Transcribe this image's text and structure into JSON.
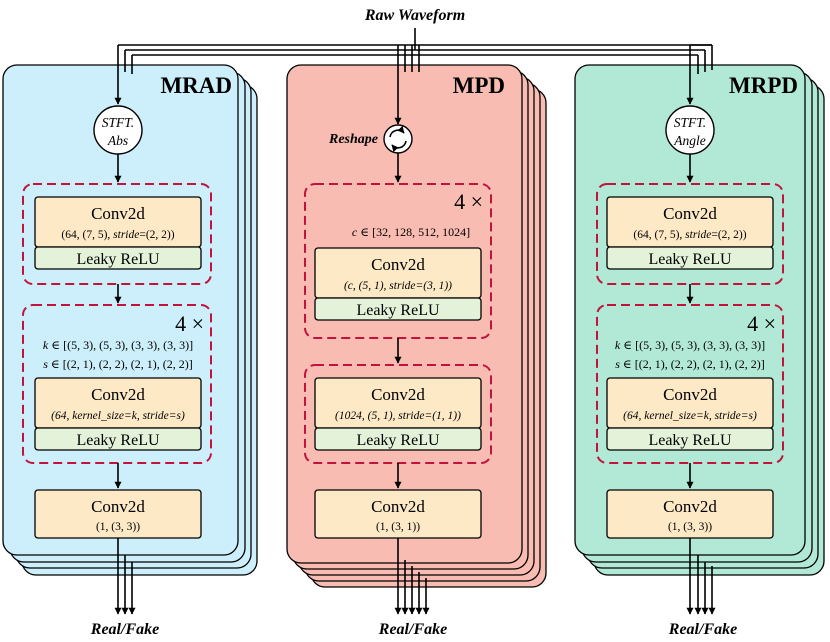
{
  "input_label": "Raw Waveform",
  "colors": {
    "mrad_fill": "#cdeffb",
    "mpd_fill": "#f8bcb2",
    "mrpd_fill": "#b2e8d6",
    "conv_fill": "#fde9c6",
    "act_fill": "#e3f2d9",
    "dashed_border": "#c0143c"
  },
  "columns": [
    {
      "title": "MRAD",
      "transform_line1": "STFT.",
      "transform_line2": "Abs",
      "block1_title": "Conv2d",
      "block1_sub_prefix": "(64, (7, 5), ",
      "block1_sub_italic": "stride",
      "block1_sub_suffix": "=(2, 2))",
      "block1_act": "Leaky ReLU",
      "repeat": "4 ×",
      "param1_var": "k",
      "param1_rest": " ∈ [(5, 3), (5, 3), (3, 3), (3, 3)]",
      "param2_var": "s",
      "param2_rest": " ∈ [(2, 1), (2, 2), (2, 1), (2, 2)]",
      "block2_title": "Conv2d",
      "block2_sub": "(64, kernel_size=k, stride=s)",
      "block2_act": "Leaky ReLU",
      "final_title": "Conv2d",
      "final_sub": "(1, (3, 3))",
      "output_label": "Real/Fake"
    },
    {
      "title": "MPD",
      "reshape_label": "Reshape",
      "repeat": "4 ×",
      "param_var": "c",
      "param_rest": " ∈ [32, 128, 512, 1024]",
      "block1_title": "Conv2d",
      "block1_sub": "(c, (5, 1), stride=(3, 1))",
      "block1_act": "Leaky ReLU",
      "block2_title": "Conv2d",
      "block2_sub": "(1024, (5, 1), stride=(1, 1))",
      "block2_act": "Leaky ReLU",
      "final_title": "Conv2d",
      "final_sub": "(1, (3, 1))",
      "output_label": "Real/Fake"
    },
    {
      "title": "MRPD",
      "transform_line1": "STFT.",
      "transform_line2": "Angle",
      "block1_title": "Conv2d",
      "block1_sub_prefix": "(64, (7, 5), ",
      "block1_sub_italic": "stride",
      "block1_sub_suffix": "=(2, 2))",
      "block1_act": "Leaky ReLU",
      "repeat": "4 ×",
      "param1_var": "k",
      "param1_rest": " ∈ [(5, 3), (5, 3), (3, 3), (3, 3)]",
      "param2_var": "s",
      "param2_rest": " ∈ [(2, 1), (2, 2), (2, 1), (2, 2)]",
      "block2_title": "Conv2d",
      "block2_sub": "(64, kernel_size=k, stride=s)",
      "block2_act": "Leaky ReLU",
      "final_title": "Conv2d",
      "final_sub": "(1, (3, 3))",
      "output_label": "Real/Fake"
    }
  ]
}
